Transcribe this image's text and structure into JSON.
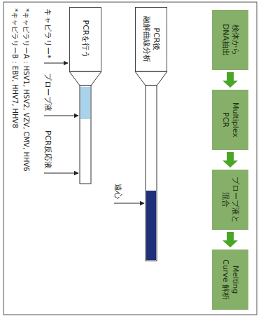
{
  "diagram": {
    "nodes": [
      {
        "text": [
          "検体から DNA抽出"
        ]
      },
      {
        "text": [
          "Multiplex PCR"
        ]
      },
      {
        "text": [
          "プローブ液と 混合"
        ]
      },
      {
        "text": [
          "Melting Curve 解析"
        ]
      },
      {
        "text": [
          "PCRを行う"
        ]
      },
      {
        "text": [
          "PCR後 融解曲線分析"
        ]
      }
    ],
    "edges": [
      {
        "from": 0,
        "to": 1,
        "arrow": "to"
      },
      {
        "from": 1,
        "to": 2,
        "arrow": "to"
      },
      {
        "from": 2,
        "to": 3,
        "arrow": "to"
      }
    ],
    "labels": [
      "キャピラリー*",
      "プローブ液",
      "PCR反応液",
      "遠心",
      "*キャピラリーA：HSV1, HSV2, VZV, CMV, HHV6",
      "*キャピラリーB：EBV, HHV7, HHV8"
    ]
  }
}
